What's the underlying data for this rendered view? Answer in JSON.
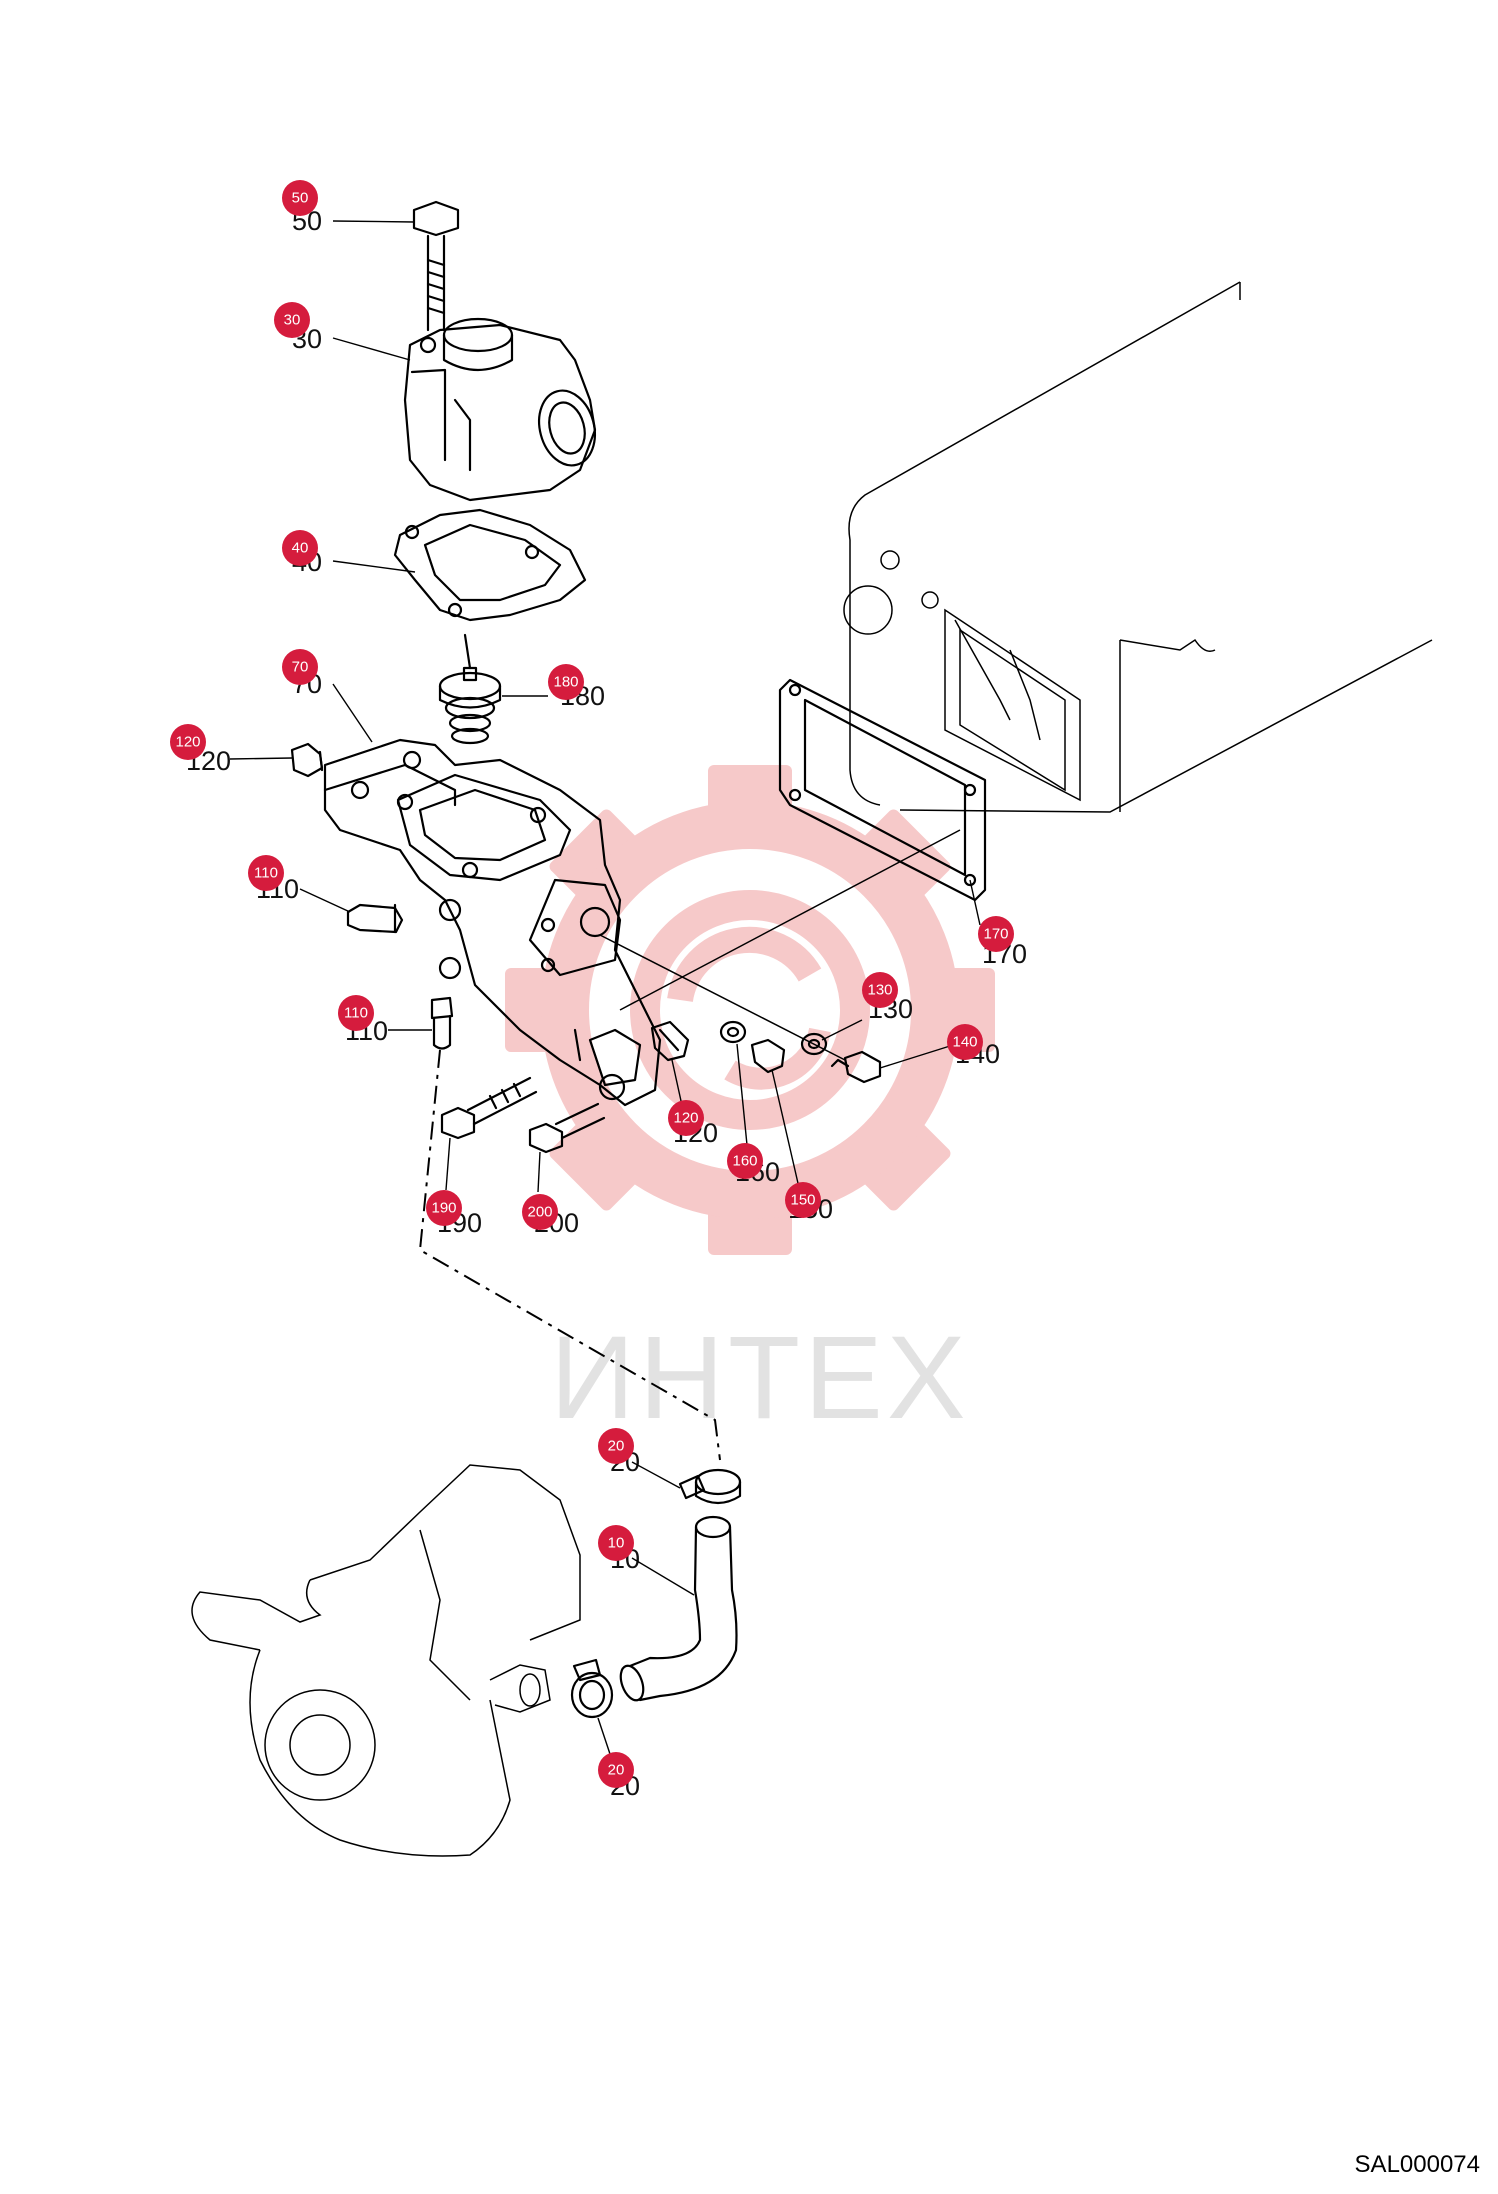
{
  "watermark": {
    "text": "ИНТЕХ"
  },
  "drawing_code": "SAL000074",
  "callouts": [
    {
      "label": "50"
    },
    {
      "label": "30"
    },
    {
      "label": "40"
    },
    {
      "label": "70"
    },
    {
      "label": "180"
    },
    {
      "label": "120"
    },
    {
      "label": "110"
    },
    {
      "label": "110"
    },
    {
      "label": "120"
    },
    {
      "label": "160"
    },
    {
      "label": "150"
    },
    {
      "label": "130"
    },
    {
      "label": "140"
    },
    {
      "label": "170"
    },
    {
      "label": "190"
    },
    {
      "label": "200"
    },
    {
      "label": "20"
    },
    {
      "label": "10"
    },
    {
      "label": "20"
    }
  ],
  "colors": {
    "badge": "#d51c3d",
    "watermark_gear": "#f6c9c9",
    "watermark_text": "#e2e2e2"
  }
}
